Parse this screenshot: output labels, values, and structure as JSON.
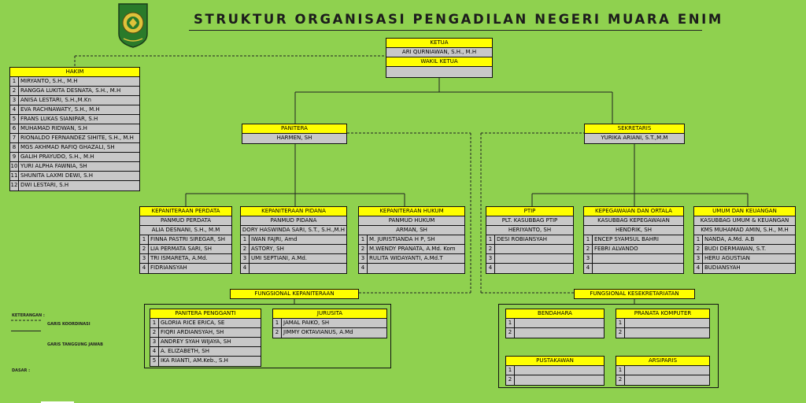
{
  "title": "STRUKTUR ORGANISASI PENGADILAN NEGERI MUARA ENIM",
  "ketua": {
    "label": "KETUA",
    "name": "ARI QURNIAWAN, S.H., M.H",
    "wakil_label": "WAKIL KETUA",
    "wakil_name": ""
  },
  "hakim": {
    "label": "HAKIM",
    "items": [
      {
        "n": "1",
        "name": "MIRYANTO, S.H., M.H"
      },
      {
        "n": "2",
        "name": "RANGGA LUKITA DESNATA, S.H., M.H"
      },
      {
        "n": "3",
        "name": "ANISA LESTARI, S.H.,M.Kn"
      },
      {
        "n": "4",
        "name": "EVA RACHNAWATY, S.H., M.H"
      },
      {
        "n": "5",
        "name": "FRANS LUKAS SIANIPAR, S.H"
      },
      {
        "n": "6",
        "name": "MUHAMAD RIDWAN, S.H"
      },
      {
        "n": "7",
        "name": "RIONALDO FERNANDEZ SIHITE, S.H., M.H"
      },
      {
        "n": "8",
        "name": "MGS AKHMAD RAFIQ GHAZALI, SH"
      },
      {
        "n": "9",
        "name": "GALIH PRAYUDO, S.H., M.H"
      },
      {
        "n": "10",
        "name": "YURI ALPHA FAWNIA, SH"
      },
      {
        "n": "11",
        "name": "SHUNITA LAXMI DEWI, S.H"
      },
      {
        "n": "12",
        "name": "DWI LESTARI, S.H"
      }
    ]
  },
  "panitera": {
    "label": "PANITERA",
    "name": "HARMEN, SH"
  },
  "sekretaris": {
    "label": "SEKRETARIS",
    "name": "YURIKA ARIANI, S.T.,M.M"
  },
  "kep_perdata": {
    "label": "KEPANITERAAN PERDATA",
    "sub_label": "PANMUD PERDATA",
    "sub_name": "ALIA DESNANI, S.H., M.M",
    "items": [
      {
        "n": "1",
        "name": "FINNA PASTRI SIREGAR, SH"
      },
      {
        "n": "2",
        "name": "LIA PERMATA SARI, SH"
      },
      {
        "n": "3",
        "name": "TRI ISMARETA, A.Md."
      },
      {
        "n": "4",
        "name": "FIDRIANSYAH"
      }
    ]
  },
  "kep_pidana": {
    "label": "KEPANITERAAN PIDANA",
    "sub_label": "PANMUD PIDANA",
    "sub_name": "DORY HASWINDA SARI, S.T., S.H.,M.H",
    "items": [
      {
        "n": "1",
        "name": "IWAN FAJRI, Amd"
      },
      {
        "n": "2",
        "name": "ASTORY, SH"
      },
      {
        "n": "3",
        "name": "UMI SEPTIANI, A.Md."
      },
      {
        "n": "4",
        "name": ""
      }
    ]
  },
  "kep_hukum": {
    "label": "KEPANITERAAN HUKUM",
    "sub_label": "PANMUD HUKUM",
    "sub_name": "ARMAN, SH",
    "items": [
      {
        "n": "1",
        "name": "M. JURISTIANDA H P, SH"
      },
      {
        "n": "2",
        "name": "M.WENDY PRANATA, A.Md. Kom"
      },
      {
        "n": "3",
        "name": "RULITA WIDAYANTI, A.Md.T"
      },
      {
        "n": "4",
        "name": ""
      }
    ]
  },
  "ptip": {
    "label": "PTIP",
    "sub_label": "PLT. KASUBBAG PTIP",
    "sub_name": "HERIYANTO, SH",
    "items": [
      {
        "n": "1",
        "name": "DESI ROBIANSYAH"
      },
      {
        "n": "2",
        "name": ""
      },
      {
        "n": "3",
        "name": ""
      },
      {
        "n": "4",
        "name": ""
      }
    ]
  },
  "kepegawaian": {
    "label": "KEPEGAWAIAN DAN ORTALA",
    "sub_label": "KASUBBAG KEPEGAWAIAN",
    "sub_name": "HENDRIK, SH",
    "items": [
      {
        "n": "1",
        "name": "ENCEP SYAMSUL BAHRI"
      },
      {
        "n": "2",
        "name": "FEBRI ALVANDO"
      },
      {
        "n": "3",
        "name": ""
      },
      {
        "n": "4",
        "name": ""
      }
    ]
  },
  "umum": {
    "label": "UMUM DAN KEUANGAN",
    "sub_label": "KASUBBAG UMUM & KEUANGAN",
    "sub_name": "KMS MUHAMAD AMIN, S.H., M.H",
    "items": [
      {
        "n": "1",
        "name": "NANDA, A.Md. A.B"
      },
      {
        "n": "2",
        "name": "BUDI DERMAWAN, S.T."
      },
      {
        "n": "3",
        "name": "HERU AGUSTIAN"
      },
      {
        "n": "4",
        "name": "BUDIANSYAH"
      }
    ]
  },
  "fungsional_kepaniteraan": {
    "label": "FUNGSIONAL KEPANITERAAN"
  },
  "panitera_pengganti": {
    "label": "PANITERA PENGGANTI",
    "items": [
      {
        "n": "1",
        "name": "GLORIA RICE ERICA, SE"
      },
      {
        "n": "2",
        "name": "FIQRI ARDIANSYAH, SH"
      },
      {
        "n": "3",
        "name": "ANDREY SYAH WIJAYA, SH"
      },
      {
        "n": "4",
        "name": "A. ELIZABETH, SH"
      },
      {
        "n": "5",
        "name": "IKA RIANTI, AM.Keb., S.H"
      }
    ]
  },
  "jurusita": {
    "label": "JURUSITA",
    "items": [
      {
        "n": "1",
        "name": "JAMAL PAIKO, SH"
      },
      {
        "n": "2",
        "name": "JIMMY OKTAVIANUS, A.Md"
      }
    ]
  },
  "fungsional_kesekretariatan": {
    "label": "FUNGSIONAL KESEKRETARIATAN"
  },
  "bendahara": {
    "label": "BENDAHARA",
    "items": [
      {
        "n": "1",
        "name": ""
      },
      {
        "n": "2",
        "name": ""
      }
    ]
  },
  "pranata": {
    "label": "PRANATA KOMPUTER",
    "items": [
      {
        "n": "1",
        "name": ""
      },
      {
        "n": "2",
        "name": ""
      }
    ]
  },
  "pustakawan": {
    "label": "PUSTAKAWAN",
    "items": [
      {
        "n": "1",
        "name": ""
      },
      {
        "n": "2",
        "name": ""
      }
    ]
  },
  "arsiparis": {
    "label": "ARSIPARIS",
    "items": [
      {
        "n": "1",
        "name": ""
      },
      {
        "n": "2",
        "name": ""
      }
    ]
  },
  "legend": {
    "keterangan": "KETERANGAN :",
    "garis_koordinasi": "GARIS KOORDINASI",
    "garis_tanggung_jawab": "GARIS TANGGUNG JAWAB",
    "dasar": "DASAR :"
  },
  "colors": {
    "background": "#8fd14f",
    "header": "#ffff00",
    "cell": "#c8c8c8"
  }
}
